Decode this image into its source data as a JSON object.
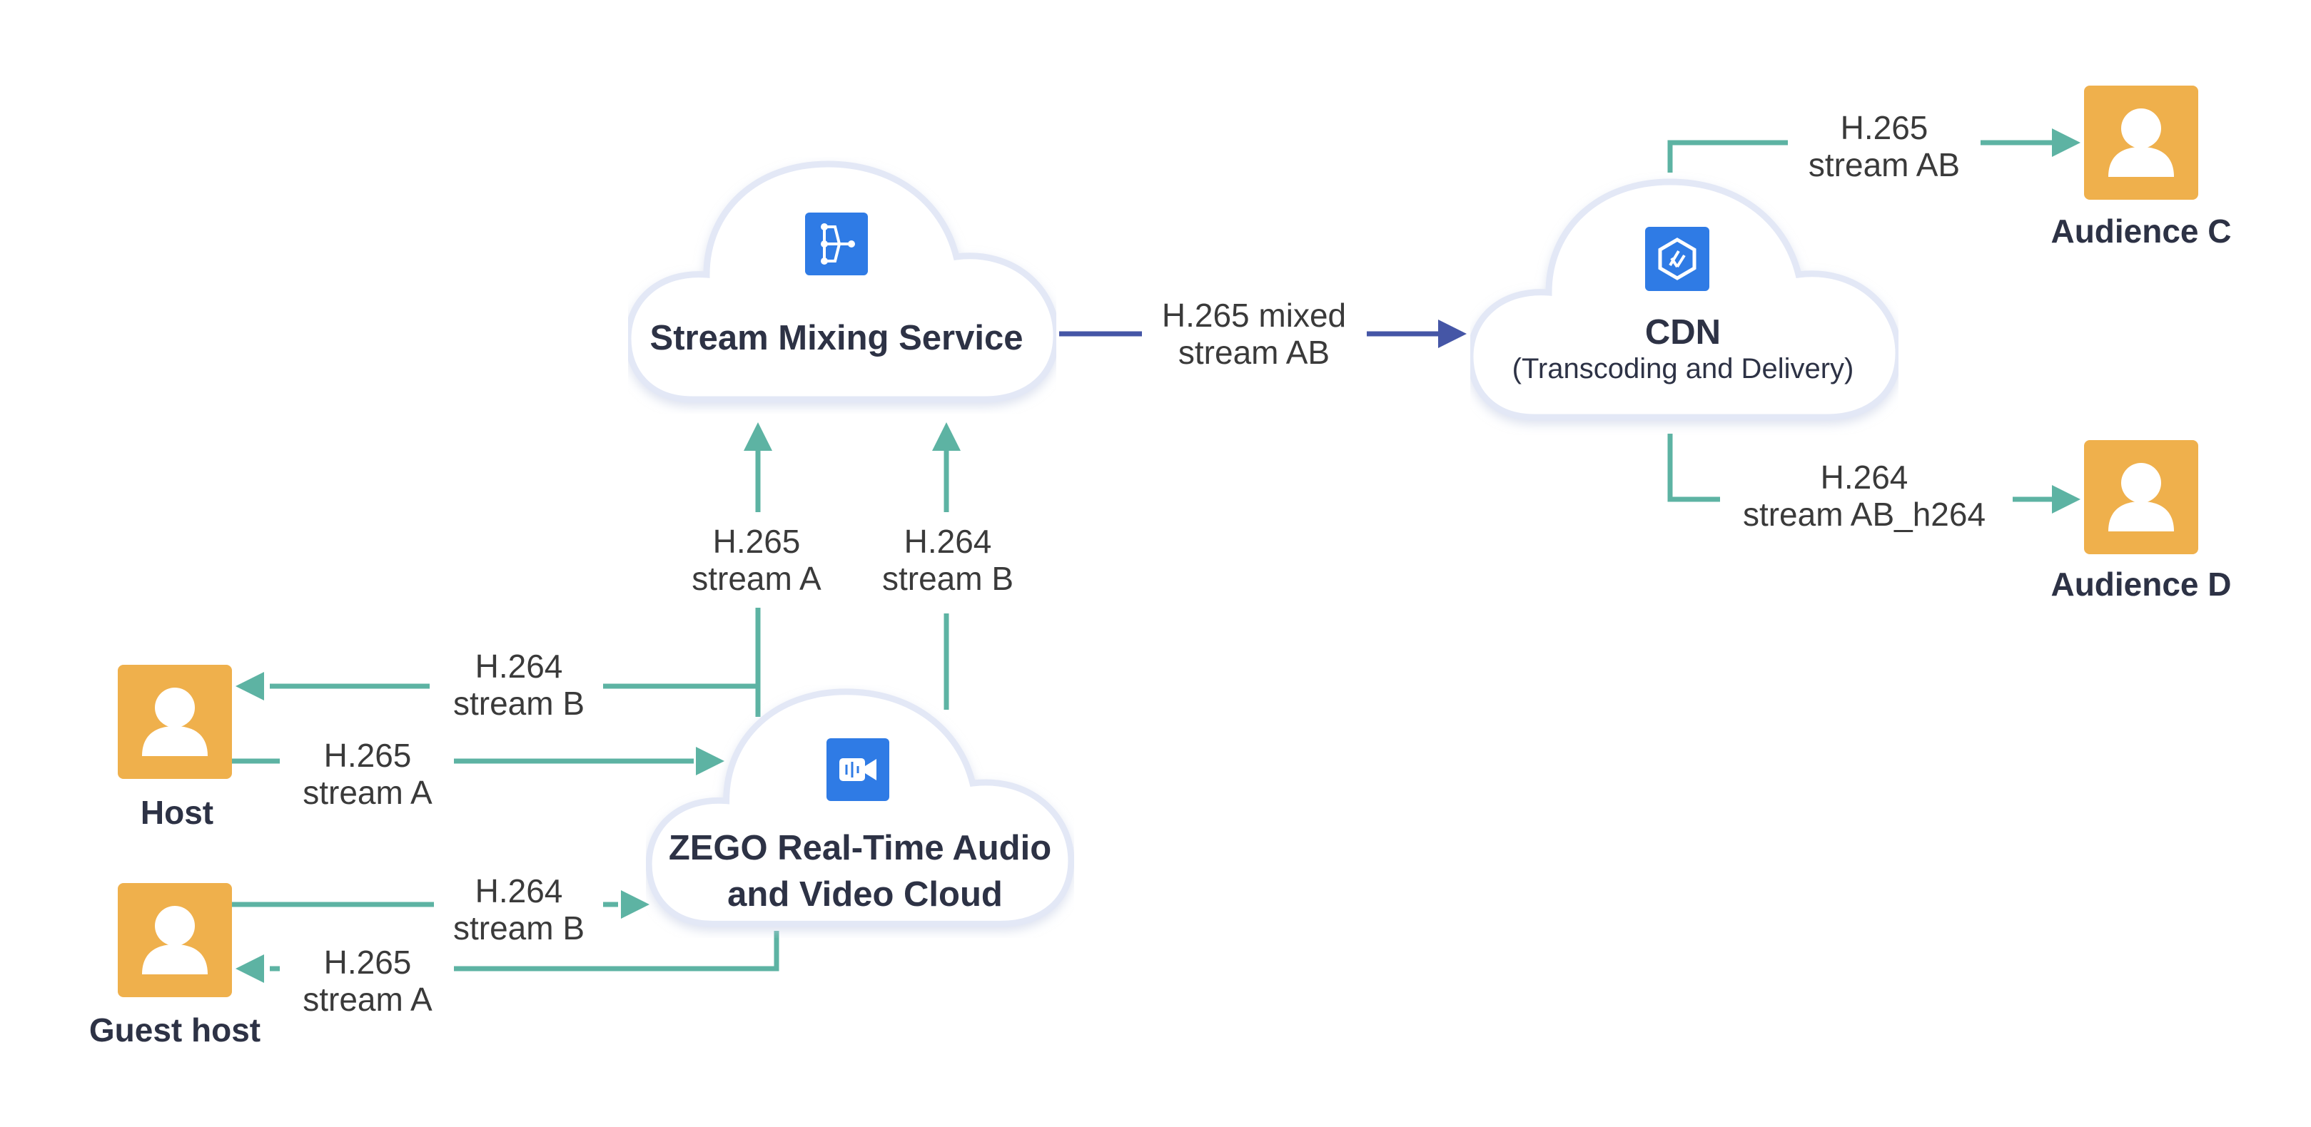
{
  "colors": {
    "teal": "#5db3a3",
    "navy": "#4556a6",
    "user_orange": "#efb04c",
    "icon_blue": "#2f7be5",
    "cloud_stroke": "#e3e8f6",
    "text_dark": "#2d3245"
  },
  "nodes": {
    "mixing": {
      "title": "Stream Mixing Service",
      "icon": "stream-mixing-icon"
    },
    "cdn": {
      "title": "CDN",
      "subtitle": "(Transcoding and Delivery)",
      "icon": "cdn-icon"
    },
    "zego": {
      "title_line1": "ZEGO Real-Time Audio",
      "title_line2": "and Video Cloud",
      "icon": "video-call-icon"
    },
    "host": {
      "label": "Host",
      "icon": "user-icon"
    },
    "guest": {
      "label": "Guest host",
      "icon": "user-icon"
    },
    "audience_c": {
      "label": "Audience C",
      "icon": "user-icon"
    },
    "audience_d": {
      "label": "Audience D",
      "icon": "user-icon"
    }
  },
  "edges": {
    "mix_to_cdn": {
      "line1": "H.265 mixed",
      "line2": "stream AB"
    },
    "cdn_to_c": {
      "line1": "H.265",
      "line2": "stream AB"
    },
    "cdn_to_d": {
      "line1": "H.264",
      "line2": "stream AB_h264"
    },
    "zego_to_mix_a": {
      "line1": "H.265",
      "line2": "stream A"
    },
    "zego_to_mix_b": {
      "line1": "H.264",
      "line2": "stream B"
    },
    "zego_to_host": {
      "line1": "H.264",
      "line2": "stream B"
    },
    "host_to_zego": {
      "line1": "H.265",
      "line2": "stream A"
    },
    "guest_to_zego": {
      "line1": "H.264",
      "line2": "stream B"
    },
    "zego_to_guest": {
      "line1": "H.265",
      "line2": "stream A"
    }
  }
}
